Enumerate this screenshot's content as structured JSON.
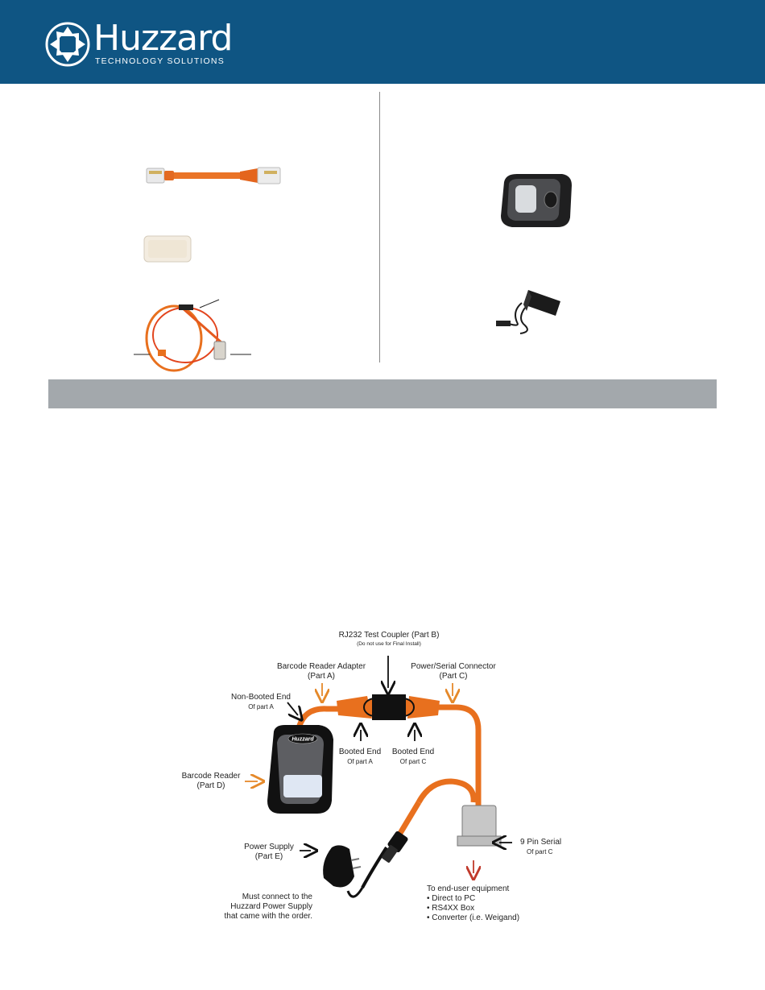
{
  "brand": {
    "name": "Huzzard",
    "tagline": "TECHNOLOGY SOLUTIONS"
  },
  "reader_logo": "Huzzard",
  "colors": {
    "header": "#0f5583",
    "band": "#a3a8ac",
    "cable_orange": "#e8701e",
    "arrow_orange": "#e5892a",
    "arrow_red": "#c0392b"
  },
  "diagram": {
    "coupler_title": "RJ232 Test Coupler (Part B)",
    "coupler_note": "(Do not use for Final Install)",
    "adapter_title": "Barcode Reader Adapter",
    "adapter_part": "(Part A)",
    "connector_title": "Power/Serial Connector",
    "connector_part": "(Part C)",
    "nonbooted_title": "Non-Booted End",
    "nonbooted_part": "Of part A",
    "booted_a_title": "Booted End",
    "booted_a_part": "Of part A",
    "booted_c_title": "Booted End",
    "booted_c_part": "Of part C",
    "reader_title": "Barcode Reader",
    "reader_part": "(Part D)",
    "serial_title": "9 Pin Serial",
    "serial_part": "Of part C",
    "power_title": "Power Supply",
    "power_part": "(Part E)",
    "must_connect": [
      "Must connect to the",
      "Huzzard Power Supply",
      "that came with the order."
    ],
    "end_user_title": "To end-user equipment",
    "end_user_items": [
      "• Direct to PC",
      "• RS4XX Box",
      "• Converter (i.e. Weigand)"
    ]
  }
}
